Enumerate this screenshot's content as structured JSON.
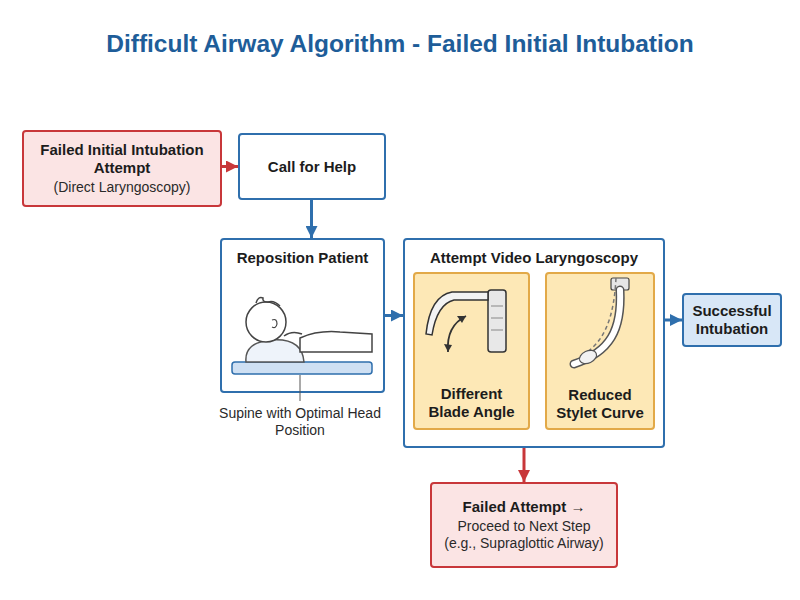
{
  "diagram": {
    "title": "Difficult Airway Algorithm - Failed Initial Intubation",
    "nodes": [
      {
        "text": [
          "Failed Initial Intubation Attempt",
          "(Direct Laryngoscopy)"
        ]
      },
      {
        "text": [
          "Call for Help"
        ]
      },
      {
        "text": [
          "Reposition Patient"
        ]
      },
      {
        "text": [
          "Attempt Video Laryngoscopy"
        ]
      },
      {
        "text": [
          "Different Blade Angle"
        ],
        "in": 3
      },
      {
        "text": [
          "Reduced Stylet Curve"
        ],
        "in": 3
      },
      {
        "text": [
          "Successful Intubation"
        ]
      },
      {
        "text": [
          "Failed Attempt →",
          "Proceed to Next Step (e.g., Supraglottic Airway)"
        ]
      }
    ],
    "edges": [
      {
        "from": 0,
        "to": 1,
        "arrow": "to"
      },
      {
        "from": 1,
        "to": 2,
        "arrow": "to"
      },
      {
        "from": 2,
        "to": 3,
        "arrow": "to"
      },
      {
        "from": 4,
        "to": 5,
        "arrow": "to"
      },
      {
        "from": 3,
        "to": 6,
        "arrow": "to"
      },
      {
        "from": 3,
        "to": 7,
        "arrow": "to"
      }
    ],
    "labels": [
      "Supine with Optimal Head Position"
    ]
  }
}
